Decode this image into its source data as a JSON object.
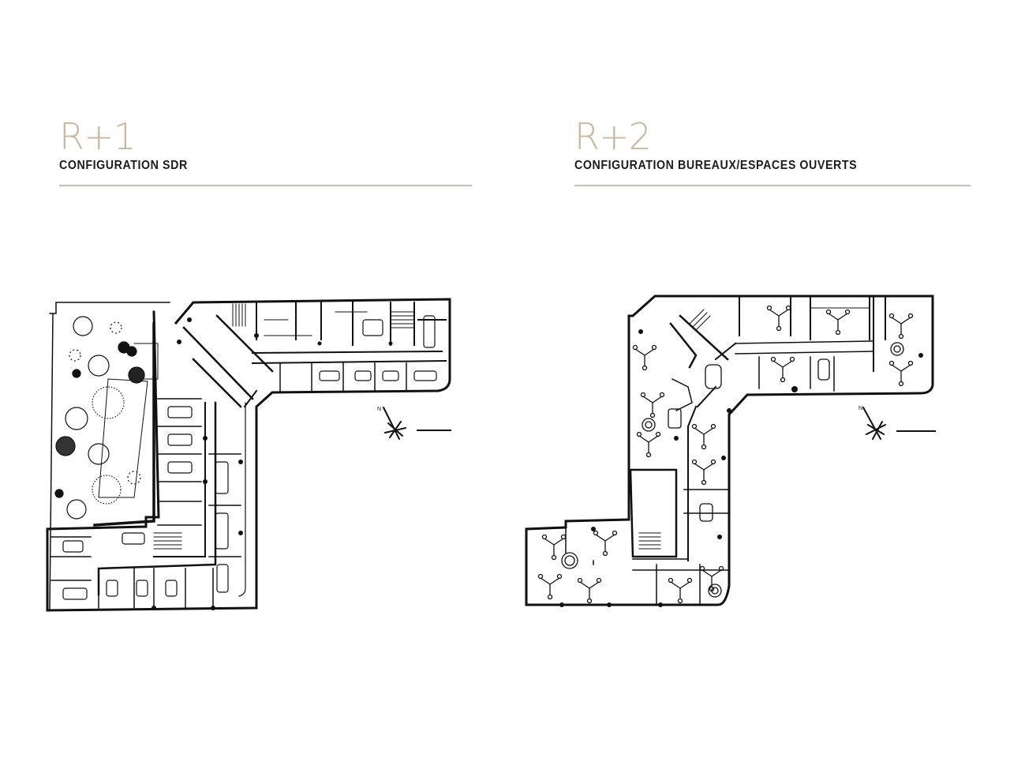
{
  "colors": {
    "title_accent": "#c9b89e",
    "subtitle": "#1c1c1c",
    "divider": "#c6bfb3",
    "plan_line": "#111111",
    "background": "#ffffff"
  },
  "floors": [
    {
      "level": "R+1",
      "configuration": "CONFIGURATION SDR",
      "plan_type": "floor-plan-meeting-rooms",
      "north_label": "N",
      "icons": [
        "compass-icon",
        "scale-bar-icon"
      ]
    },
    {
      "level": "R+2",
      "configuration": "CONFIGURATION BUREAUX/ESPACES OUVERTS",
      "plan_type": "floor-plan-open-offices",
      "north_label": "N",
      "icons": [
        "compass-icon",
        "scale-bar-icon"
      ]
    }
  ]
}
